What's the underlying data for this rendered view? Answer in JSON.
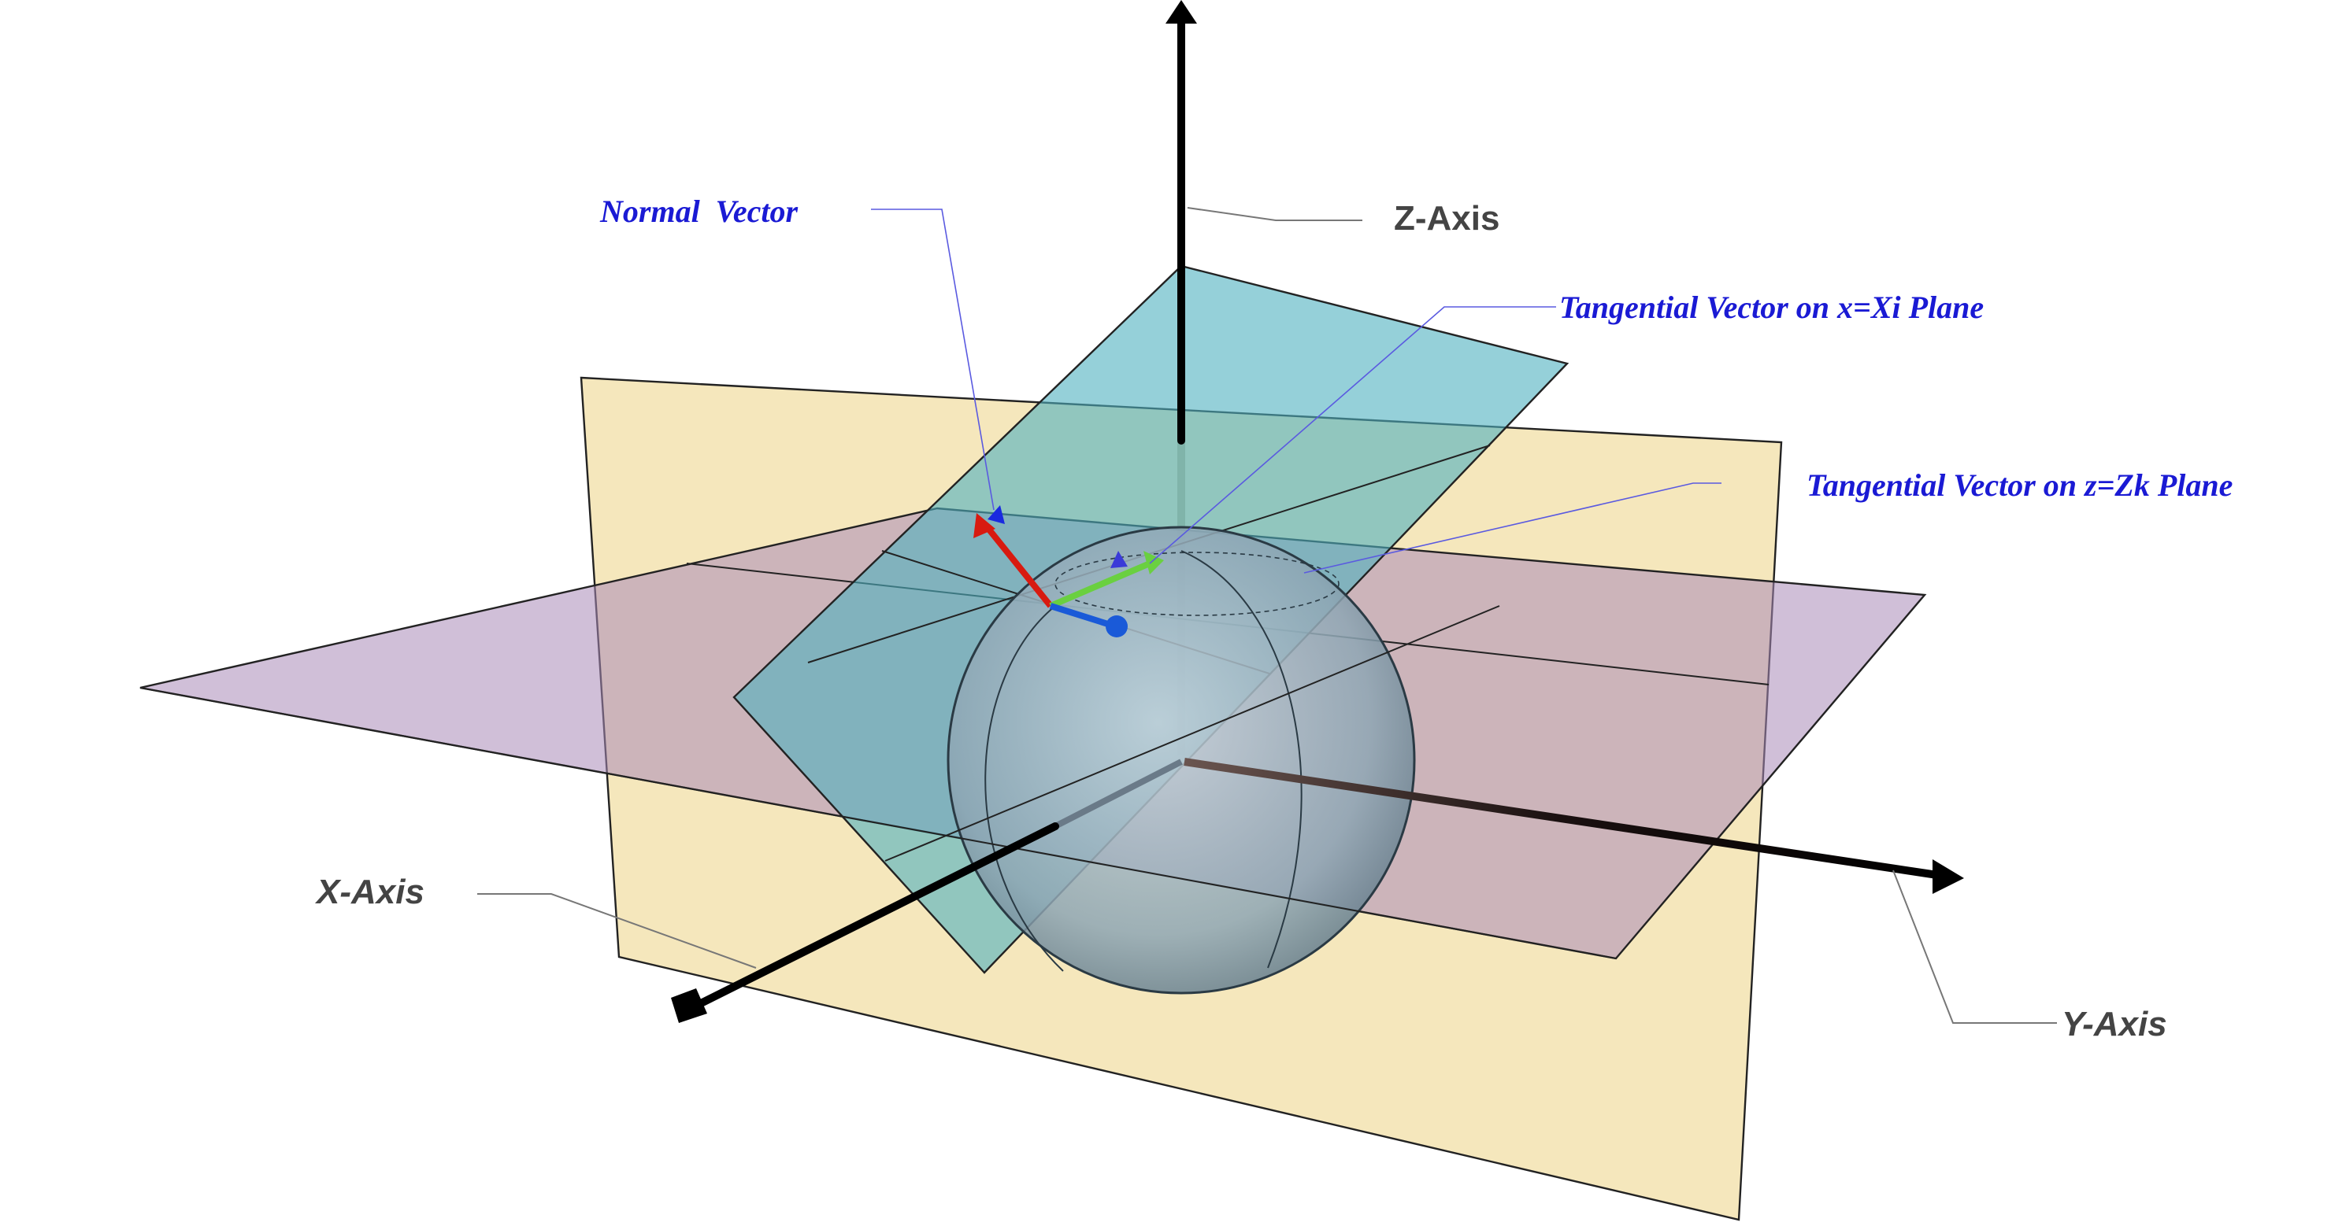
{
  "labels": {
    "z_axis": "Z-Axis",
    "x_axis": "X-Axis",
    "y_axis": "Y-Axis",
    "normal_vector": "Normal  Vector",
    "tangent_x_plane": "Tangential Vector on x=Xi Plane",
    "tangent_z_plane": "Tangential Vector on z=Zk Plane"
  },
  "colors": {
    "xz_plane": "#f2dfa6",
    "horizontal_plane": "#b49ac0",
    "tangent_plane": "#4fb0c0",
    "sphere": "#8ea6b4",
    "normal_vector": "#d81a10",
    "tangent_vector_x": "#6ad040",
    "tangent_vector_z": "#1a5ad8",
    "label_text": "#1a1ad4",
    "axis_text": "#444444"
  }
}
